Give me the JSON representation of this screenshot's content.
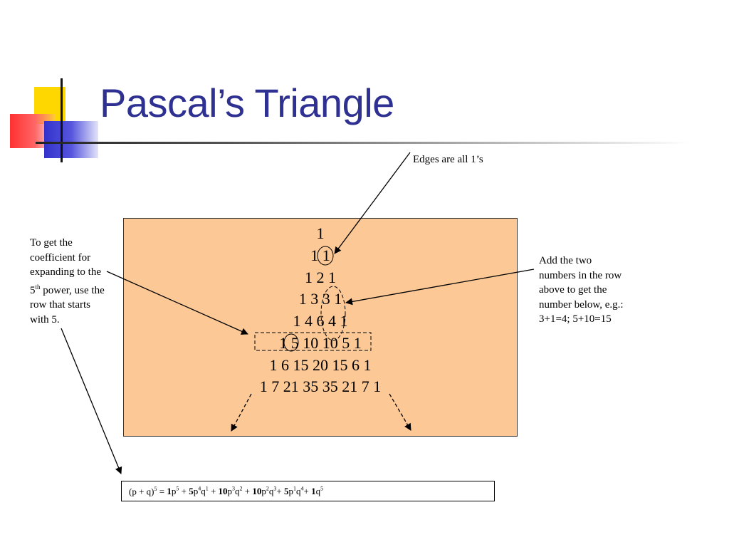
{
  "slide": {
    "title": "Pascal’s Triangle"
  },
  "triangle": {
    "rows": [
      "1",
      "1 1",
      "1 2 1",
      "1 3 3 1",
      "1 4 6 4 1",
      "1 5 10 10 5 1",
      "1 6 15 20 15 6 1",
      "1 7 21 35 35 21 7 1"
    ]
  },
  "notes": {
    "edges": "Edges are all 1’s",
    "add_lines": [
      "Add the two",
      "numbers in the row",
      "above to get the",
      "number below, e.g.:",
      "3+1=4; 5+10=15"
    ],
    "coef_line1": "To get the",
    "coef_line2": "coefficient for",
    "coef_line3": "expanding to the",
    "coef_line4_pre": "5",
    "coef_line4_sup": "th",
    "coef_line4_post": " power, use the",
    "coef_line5": "row that starts",
    "coef_line6": "with 5."
  },
  "formula": {
    "lhs": "(p + q)",
    "lhs_exp": "5",
    "eq": " = ",
    "terms": [
      {
        "coef": "1",
        "a": "p",
        "ae": "5",
        "b": "",
        "be": "",
        "sep": " + "
      },
      {
        "coef": "5",
        "a": "p",
        "ae": "4",
        "b": "q",
        "be": "1",
        "sep": " + "
      },
      {
        "coef": "10",
        "a": "p",
        "ae": "3",
        "b": "q",
        "be": "2",
        "sep": " + "
      },
      {
        "coef": "10",
        "a": "p",
        "ae": "2",
        "b": "q",
        "be": "3",
        "sep": "+ "
      },
      {
        "coef": "5",
        "a": "p",
        "ae": "1",
        "b": "q",
        "be": "4",
        "sep": "+ "
      },
      {
        "coef": "1",
        "a": "q",
        "ae": "5",
        "b": "",
        "be": "",
        "sep": ""
      }
    ]
  }
}
